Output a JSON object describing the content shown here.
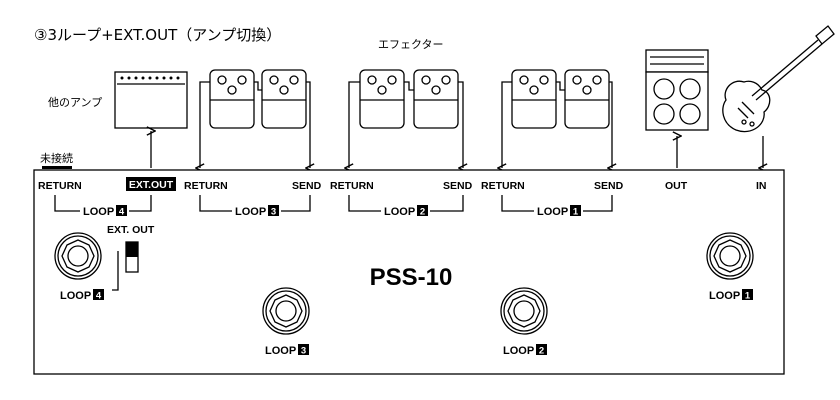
{
  "diagram": {
    "title": "③3ループ+EXT.OUT（アンプ切換）",
    "effector_caption": "エフェクター",
    "other_amp_caption": "他のアンプ",
    "unconnected_caption": "未接続",
    "device_name": "PSS-10",
    "jack_labels": {
      "return": "RETURN",
      "send": "SEND",
      "ext_out": "EXT.OUT",
      "out": "OUT",
      "in": "IN"
    },
    "switch_label": "EXT. OUT",
    "loop_text": "LOOP",
    "loop_numbers": {
      "loop1": "1",
      "loop2": "2",
      "loop3": "3",
      "loop4": "4"
    }
  }
}
